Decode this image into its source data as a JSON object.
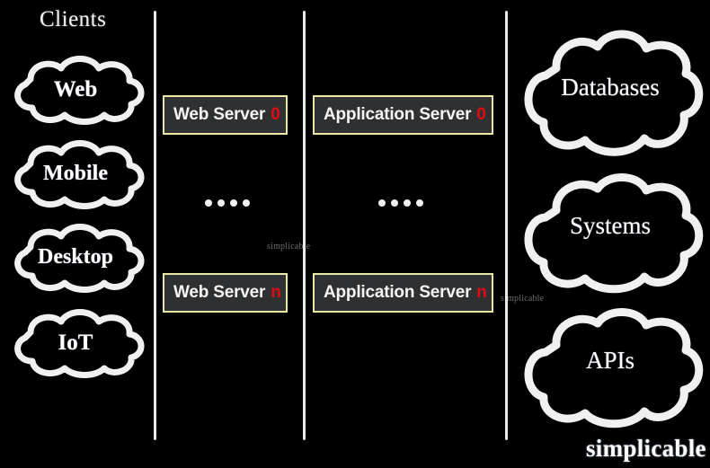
{
  "diagram": {
    "background_color": "#000000",
    "accent_border_color": "#e9e8a6",
    "index_color": "#e50914",
    "line_color": "#e9e9e9"
  },
  "columns": {
    "clients": {
      "title": "Clients",
      "nodes": [
        {
          "label": "Web"
        },
        {
          "label": "Mobile"
        },
        {
          "label": "Desktop"
        },
        {
          "label": "IoT"
        }
      ]
    },
    "web_tier": {
      "first": {
        "label": "Web Server",
        "index": "0"
      },
      "last": {
        "label": "Web Server",
        "index": "n"
      },
      "ellipsis": "...."
    },
    "app_tier": {
      "first": {
        "label": "Application Server",
        "index": "0"
      },
      "last": {
        "label": "Application Server",
        "index": "n"
      },
      "ellipsis": "...."
    },
    "backend": {
      "nodes": [
        {
          "label": "Databases"
        },
        {
          "label": "Systems"
        },
        {
          "label": "APIs"
        }
      ]
    }
  },
  "watermarks": {
    "middle": "simplicable",
    "right": "simplicable",
    "logo": "simplicable"
  }
}
